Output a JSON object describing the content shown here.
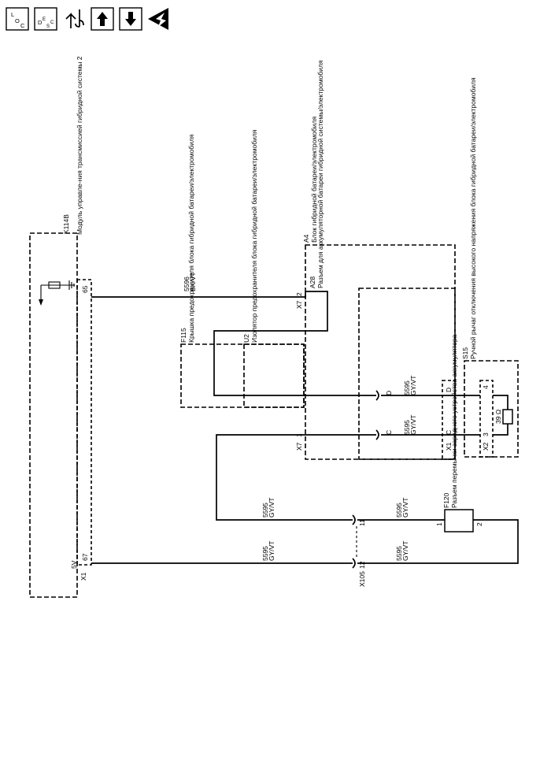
{
  "toolbar": {
    "loc_sup": "L",
    "loc_sub": "O",
    "loc_sub2": "C",
    "desc_main": "D",
    "desc_sub1": "E",
    "desc_sub2": "S",
    "desc_sub3": "C",
    "icons": [
      "loc-icon",
      "desc-icon",
      "wiring-tool-icon",
      "arrow-up-icon",
      "arrow-down-icon",
      "esd-warning-icon"
    ]
  },
  "components": {
    "k114b": {
      "id": "K114B",
      "name": "Модуль управле-ния трансмиссией гибридной системы 2"
    },
    "a4": {
      "id": "A4",
      "name": "Блок гибридной батареи/электромобиля"
    },
    "a28": {
      "id": "A28",
      "name": "Разъем для аккумуляторной батареи гибридной системы/электромобиля"
    },
    "f115": {
      "id": "F115",
      "name": "Крышка предохранителя блока гибридной батареи/электромобиля"
    },
    "u2": {
      "id": "U2",
      "name": "Изолятор предохранителя блока гибридной батареи/электромобиля"
    },
    "s15": {
      "id": "S15",
      "name": "Ручной рычаг отключения высокого напряжения блока гибридной батареи/электромобиля"
    },
    "f120": {
      "id": "F120",
      "name": "Разъем перемычки зарядного устройства аккумулятора"
    }
  },
  "connectors": {
    "x1": "X1",
    "x2": "X2",
    "x7": "X7",
    "x105": "X105"
  },
  "pins": {
    "k_65": "65",
    "k_67": "67",
    "k_5v": "5V",
    "x7_2": "2",
    "x7_1": "1",
    "d": "D",
    "c": "C",
    "s_4": "4",
    "s_3": "3",
    "x105_11": "11",
    "x105_12": "12",
    "f120_1": "1",
    "f120_2": "2",
    "resistor": "39 Ω"
  },
  "wires": {
    "w5596_num": "5596",
    "w5596_col": "BK/VT",
    "w5595_num": "5595",
    "w5595_col": "GY/VT"
  }
}
